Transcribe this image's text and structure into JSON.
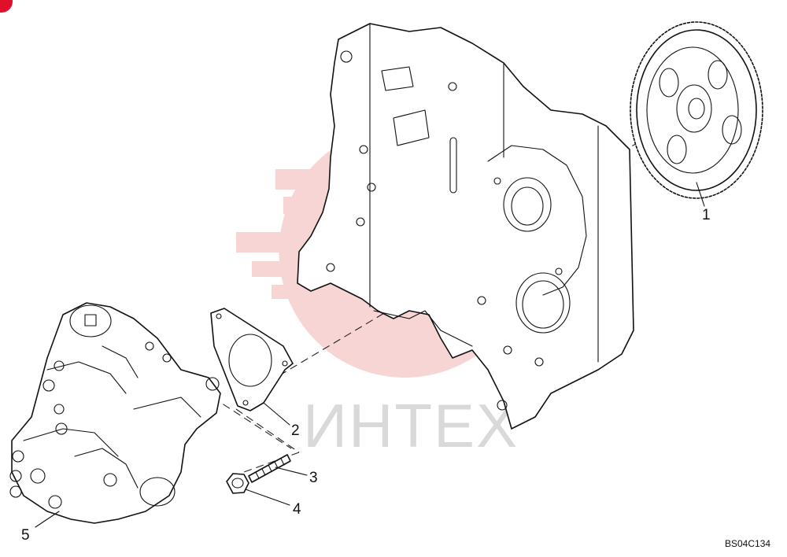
{
  "diagram": {
    "reference_code": "BS04C134",
    "watermark_text": "ИНТЕХ",
    "callouts": [
      {
        "id": "1",
        "label": "1"
      },
      {
        "id": "2",
        "label": "2"
      },
      {
        "id": "3",
        "label": "3"
      },
      {
        "id": "4",
        "label": "4"
      },
      {
        "id": "5",
        "label": "5"
      }
    ]
  },
  "colors": {
    "line": "#111111",
    "watermark_logo": "#f3b3b3",
    "watermark_text": "#d9d9d9",
    "corner_mark": "#e0102a"
  }
}
